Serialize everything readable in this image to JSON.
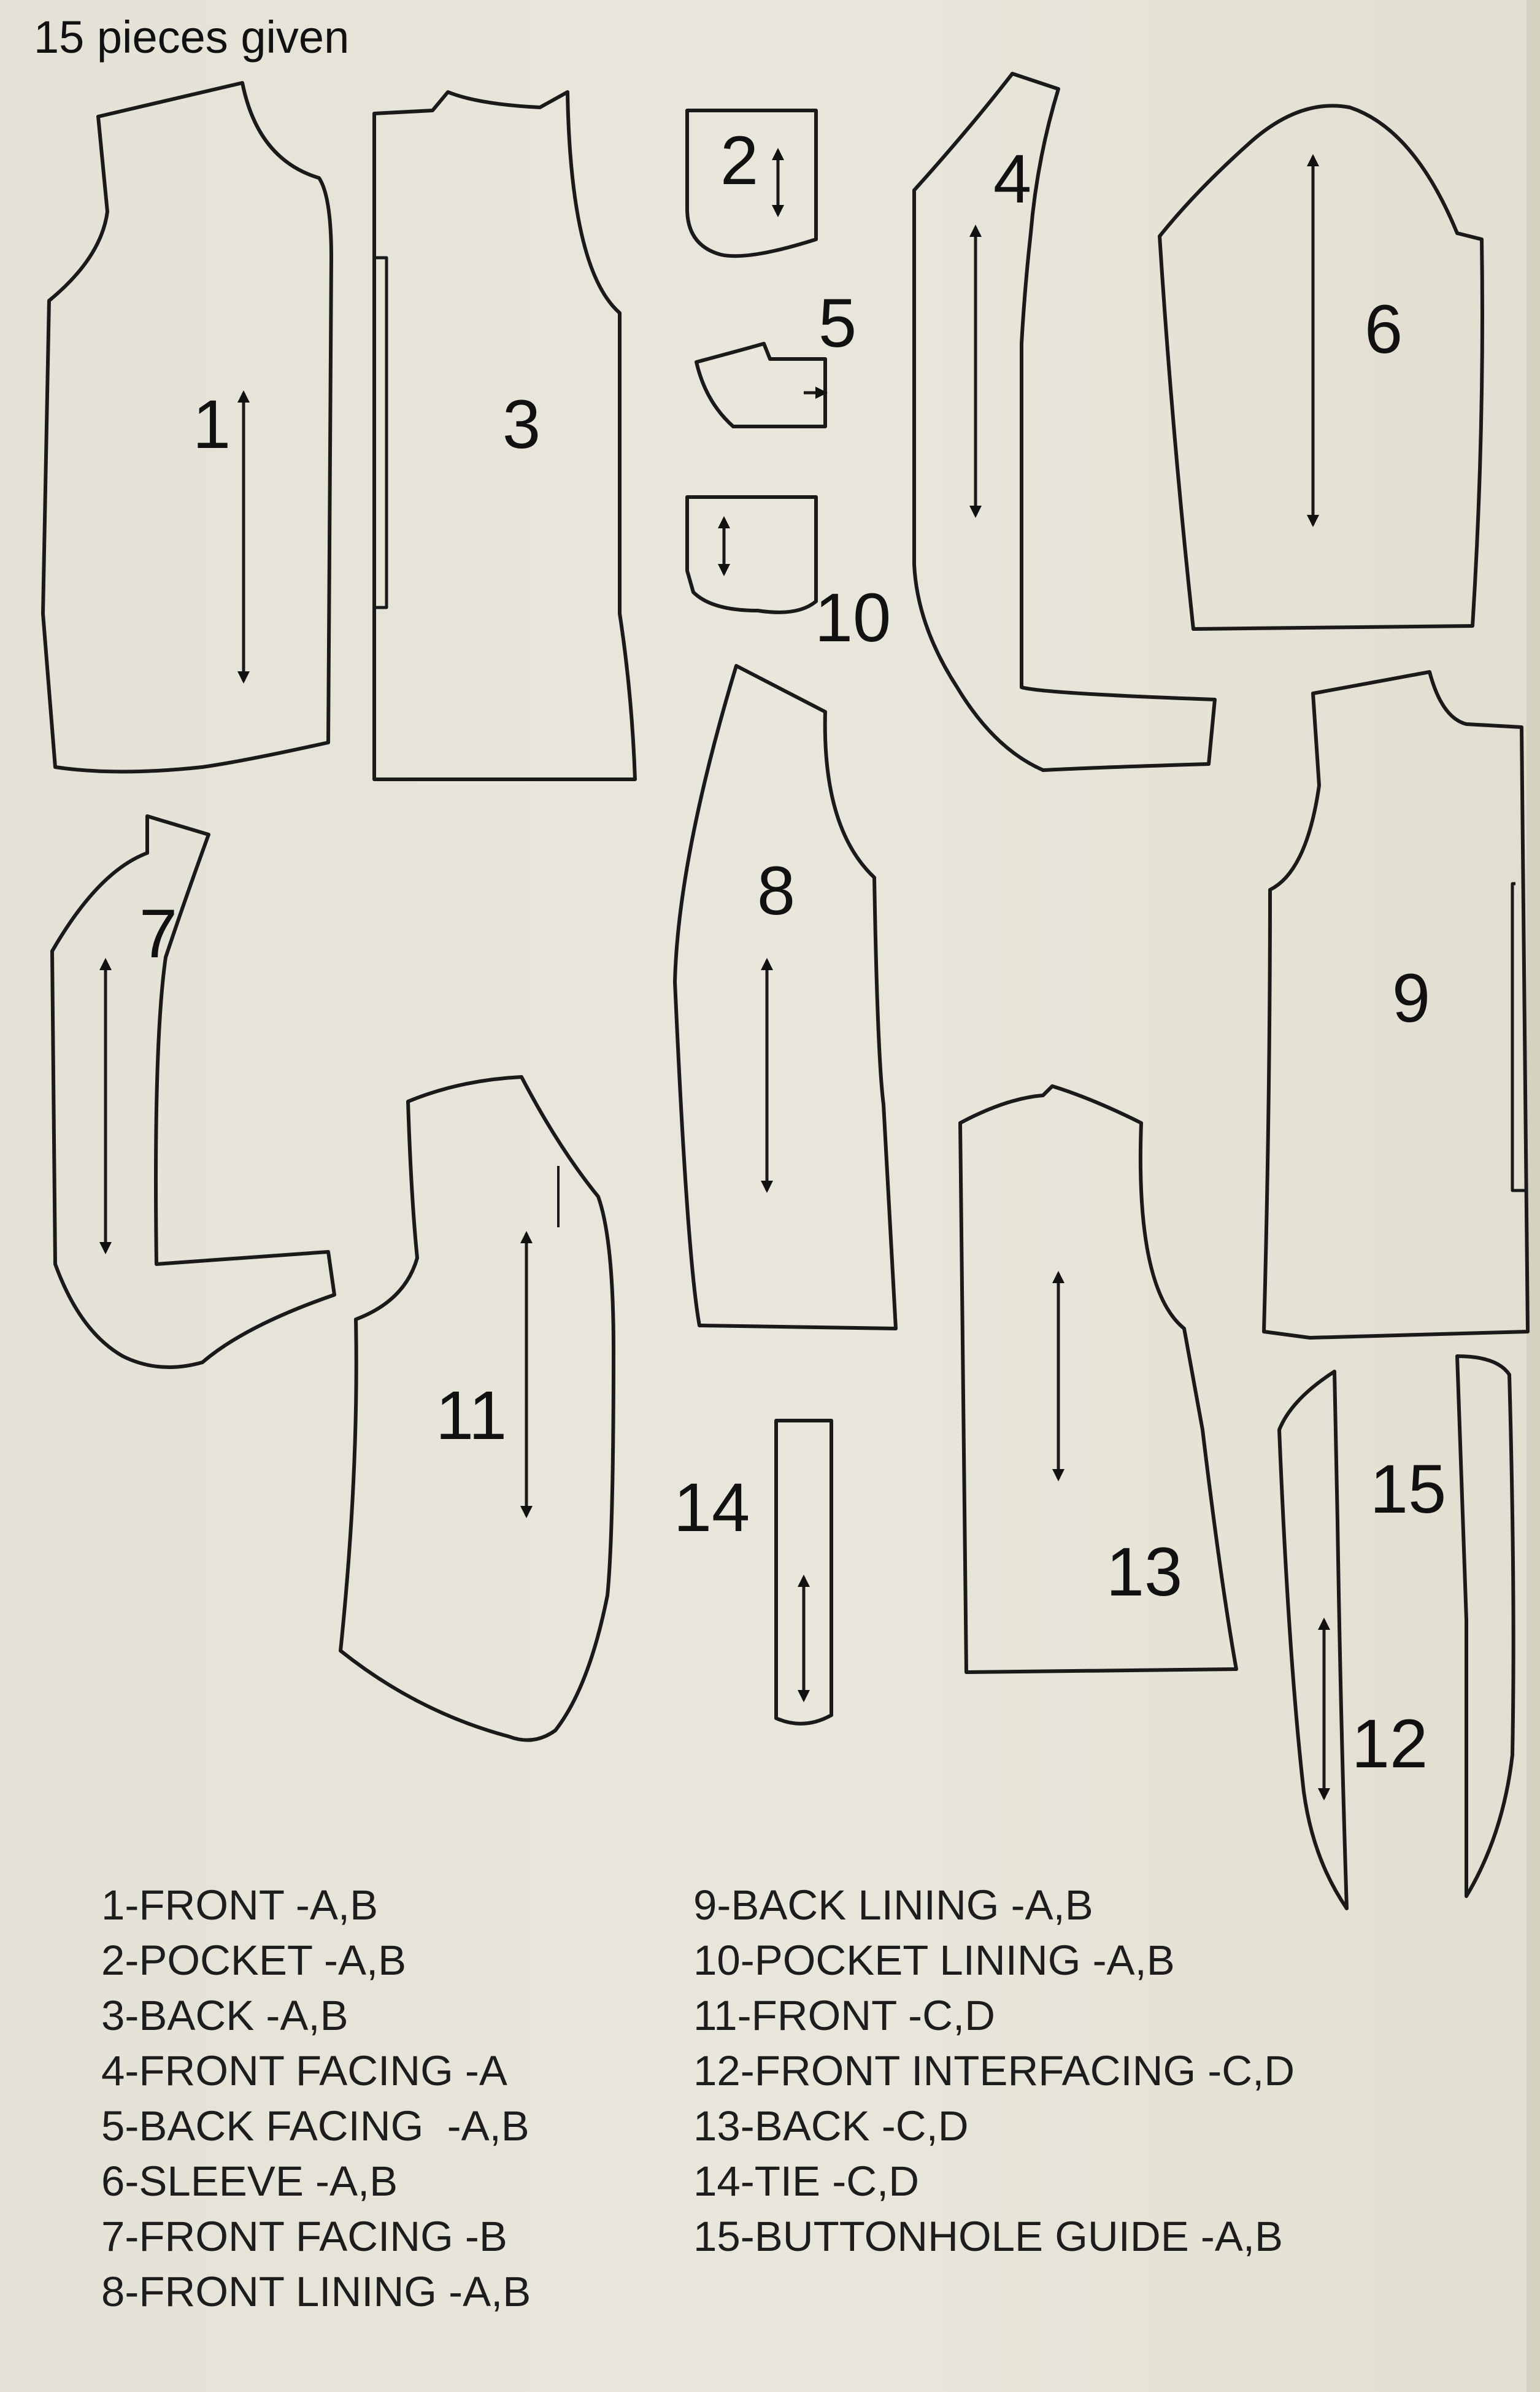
{
  "header": {
    "text": "15 pieces given"
  },
  "pieces": [
    {
      "id": "1",
      "label": "1"
    },
    {
      "id": "2",
      "label": "2"
    },
    {
      "id": "3",
      "label": "3"
    },
    {
      "id": "4",
      "label": "4"
    },
    {
      "id": "5",
      "label": "5"
    },
    {
      "id": "6",
      "label": "6"
    },
    {
      "id": "7",
      "label": "7"
    },
    {
      "id": "8",
      "label": "8"
    },
    {
      "id": "9",
      "label": "9"
    },
    {
      "id": "10",
      "label": "10"
    },
    {
      "id": "11",
      "label": "11"
    },
    {
      "id": "12",
      "label": "12"
    },
    {
      "id": "13",
      "label": "13"
    },
    {
      "id": "14",
      "label": "14"
    },
    {
      "id": "15",
      "label": "15"
    }
  ],
  "legend": {
    "left": [
      "1-FRONT -A,B",
      "2-POCKET -A,B",
      "3-BACK -A,B",
      "4-FRONT FACING -A",
      "5-BACK FACING  -A,B",
      "6-SLEEVE -A,B",
      "7-FRONT FACING -B",
      "8-FRONT LINING -A,B"
    ],
    "right": [
      "9-BACK LINING -A,B",
      "10-POCKET LINING -A,B",
      "11-FRONT -C,D",
      "12-FRONT INTERFACING -C,D",
      "13-BACK -C,D",
      "14-TIE -C,D",
      "15-BUTTONHOLE GUIDE -A,B"
    ]
  }
}
